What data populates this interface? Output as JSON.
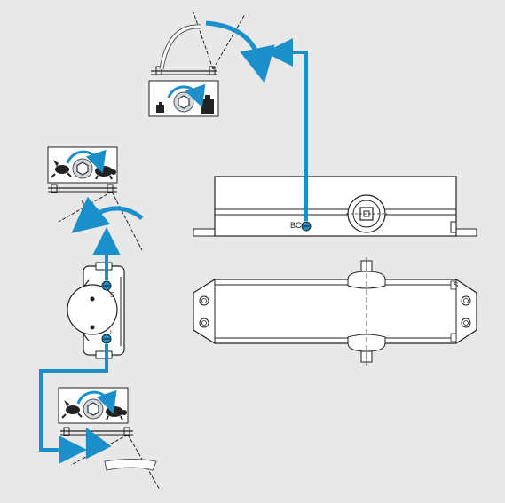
{
  "labels": {
    "backcheck_valve": "BC",
    "speed_valve": "S",
    "latch_valve": "L",
    "body_marker": "S"
  },
  "colors": {
    "background": "#e8e8e8",
    "line": "#222222",
    "accent": "#1a8fc9",
    "panel": "#ffffff"
  },
  "icons": {
    "closing_force": [
      "light-weight-icon",
      "hex-nut-icon",
      "heavy-weight-icon"
    ],
    "closing_speed": [
      "rabbit-icon",
      "hex-nut-icon",
      "turtle-icon"
    ],
    "latch_speed": [
      "rabbit-icon",
      "hex-nut-icon",
      "turtle-icon"
    ]
  }
}
